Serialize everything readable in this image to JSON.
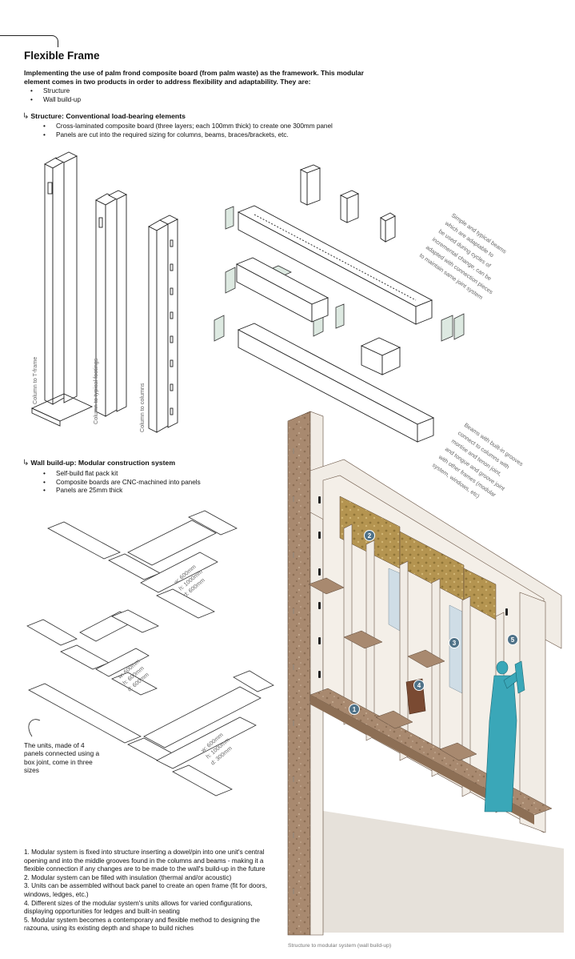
{
  "title": "Flexible Frame",
  "intro": "Implementing the use of palm frond composite board (from palm waste) as the framework. This modular element comes in two products in order to address flexibility and adaptability. They are:",
  "intro_items": [
    "Structure",
    "Wall build-up"
  ],
  "structure": {
    "heading": "Structure: Conventional load-bearing elements",
    "items": [
      "Cross-laminated composite board (three layers; each 100mm thick) to create one 300mm panel",
      "Panels are cut into the required sizing for columns, beams, braces/brackets, etc."
    ]
  },
  "column_labels": [
    "Column to T-frame",
    "Column to typical footings",
    "Column to columns"
  ],
  "beam_note_1": [
    "Simple and typical beams",
    "which are adaptable to",
    "be used during cycles of",
    "incremental change, can be",
    "adapted with connection pieces",
    "to maintain same joint system"
  ],
  "beam_note_2": [
    "Beams with built-in grooves",
    "connect to columns with",
    "mortise and tenon joint,",
    "and tongue and groove joint",
    "with other frames (modular",
    "system, windows, etc)"
  ],
  "wall": {
    "heading": "Wall build-up: Modular construction system",
    "items": [
      "Self-build flat pack kit",
      "Composite boards are CNC-machined into panels",
      "Panels are 25mm thick"
    ]
  },
  "dims_1": [
    "w: 600mm",
    "h: 1000mm",
    "d: 600mm"
  ],
  "dims_2": [
    "w: 600mm",
    "h: 600mm",
    "d: 600mm"
  ],
  "dims_3": [
    "w: 600mm",
    "h: 1000mm",
    "d: 300mm"
  ],
  "units_note": "The units, made of 4 panels connected using a box joint, come in three sizes",
  "markers": [
    "1",
    "2",
    "3",
    "4",
    "5"
  ],
  "notes": [
    "1. Modular system is fixed into structure inserting a dowel/pin into one unit's central opening and into the middle grooves found in the columns and beams - making it a flexible connection if any changes are to be made to the wall's build-up in the future",
    "2. Modular system can be filled with insulation (thermal and/or acoustic)",
    "3. Units can be assembled without back panel to create an open frame (fit for doors, windows, ledges, etc.)",
    "4. Different sizes of the modular system's units allows for varied configurations, displaying opportunities for ledges and built-in seating",
    "5. Modular system becomes a contemporary and flexible method to designing the razouna, using its existing depth and shape to build niches"
  ],
  "caption": "Structure to modular system (wall build-up)",
  "colors": {
    "wood": "#a8896f",
    "panel": "#f1ece5",
    "insulation": "#b49450",
    "glass": "#cfdde6",
    "marker": "#4f7288",
    "figure": "#3aa7b8"
  }
}
